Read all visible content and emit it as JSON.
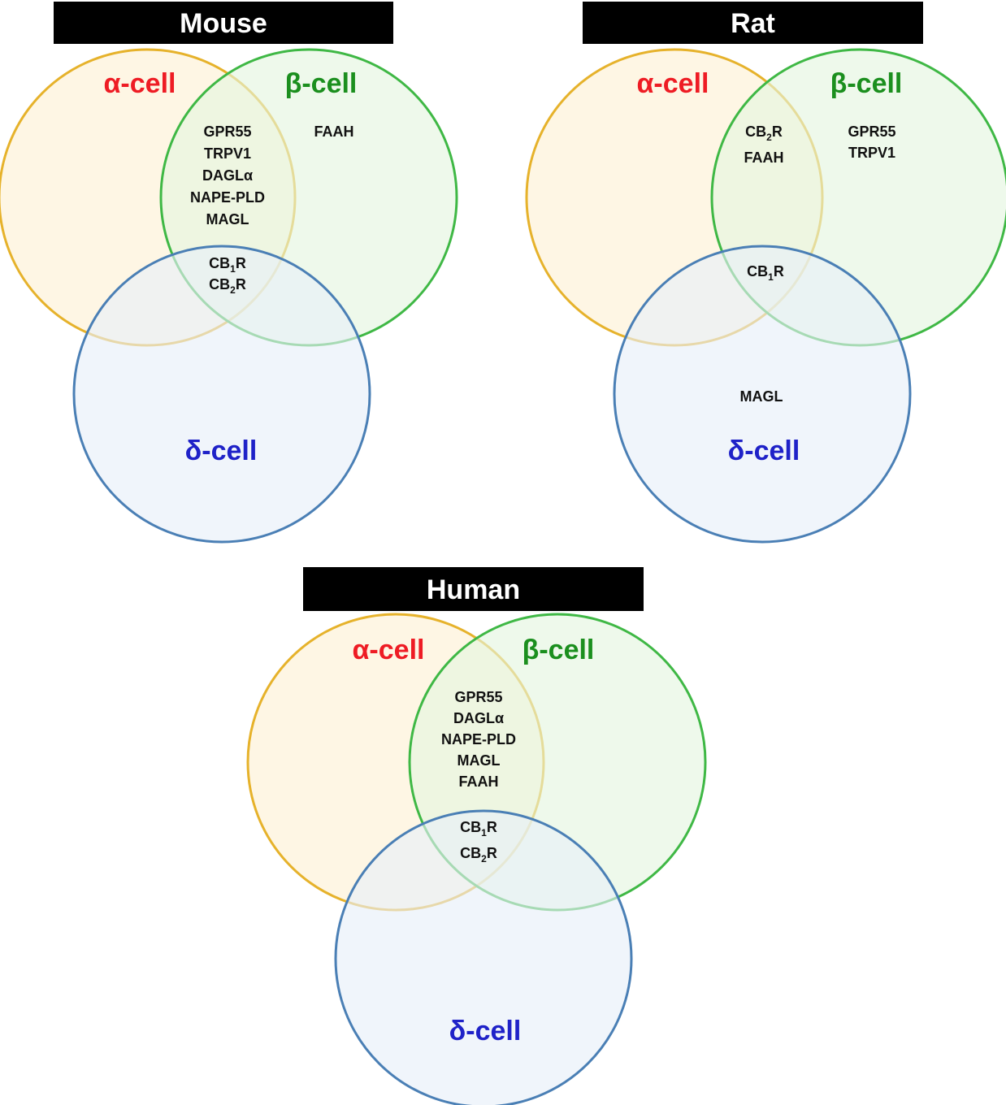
{
  "colors": {
    "alpha_fill": "#fdf0d3",
    "alpha_stroke": "#e6b22b",
    "beta_fill": "#e3f6df",
    "beta_stroke": "#3fb845",
    "delta_fill": "#e7eff8",
    "delta_stroke": "#4a7fb5",
    "alpha_text": "#ee1c24",
    "beta_text": "#1b8f1e",
    "delta_text": "#1f22c8",
    "banner": "#000000"
  },
  "panels": [
    {
      "title": "Mouse",
      "labels": {
        "alpha": "α-cell",
        "beta": "β-cell",
        "delta": "δ-cell"
      },
      "regions": {
        "alpha_beta": [
          "GPR55",
          "TRPV1",
          "DAGLα",
          "NAPE-PLD",
          "MAGL"
        ],
        "beta_only": [
          "FAAH"
        ],
        "all_three": [
          {
            "base": "CB",
            "sub": "1",
            "suffix": "R"
          },
          {
            "base": "CB",
            "sub": "2",
            "suffix": "R"
          }
        ],
        "delta_only": []
      }
    },
    {
      "title": "Rat",
      "labels": {
        "alpha": "α-cell",
        "beta": "β-cell",
        "delta": "δ-cell"
      },
      "regions": {
        "alpha_beta": [
          {
            "base": "CB",
            "sub": "2",
            "suffix": "R"
          },
          "FAAH"
        ],
        "beta_only": [
          "GPR55",
          "TRPV1"
        ],
        "all_three": [
          {
            "base": "CB",
            "sub": "1",
            "suffix": "R"
          }
        ],
        "delta_only": [
          "MAGL"
        ]
      }
    },
    {
      "title": "Human",
      "labels": {
        "alpha": "α-cell",
        "beta": "β-cell",
        "delta": "δ-cell"
      },
      "regions": {
        "alpha_beta": [
          "GPR55",
          "DAGLα",
          "NAPE-PLD",
          "MAGL",
          "FAAH"
        ],
        "beta_only": [],
        "all_three": [
          {
            "base": "CB",
            "sub": "1",
            "suffix": "R"
          },
          {
            "base": "CB",
            "sub": "2",
            "suffix": "R"
          }
        ],
        "delta_only": []
      }
    }
  ]
}
